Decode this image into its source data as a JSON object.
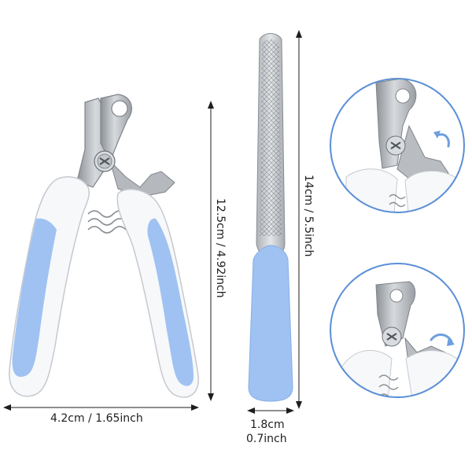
{
  "dimensions": {
    "clipper_height": "12.5cm / 4.92inch",
    "clipper_width": "4.2cm / 1.65inch",
    "file_length": "14cm / 5.5inch",
    "file_width_cm": "1.8cm",
    "file_width_inch": "0.7inch"
  },
  "icons": [
    "nail-clipper-icon",
    "nail-file-icon",
    "safety-lock-icon",
    "rotate-arrow-icon"
  ],
  "colors": {
    "handle_blue": "#9fc2f2",
    "handle_white": "#f7f8fa",
    "steel": "#b9bdc2",
    "circle_outline": "#5b8fd6",
    "arrow_blue": "#6f9fe0"
  }
}
